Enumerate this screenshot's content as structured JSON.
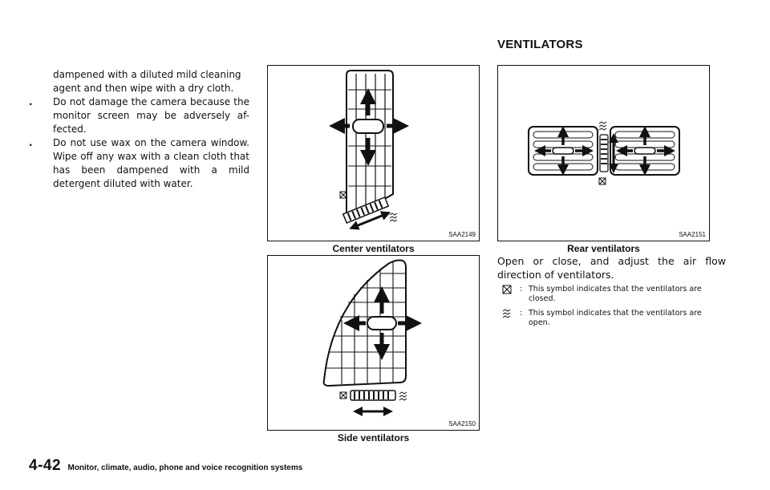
{
  "heading": "VENTILATORS",
  "left_column": {
    "continuation_line1": "dampened with a diluted mild cleaning",
    "continuation_line2": "agent and then wipe with a dry cloth.",
    "bullets": [
      "Do not damage the camera because the monitor screen may be adversely af-fected.",
      "Do not use wax on the camera window. Wipe off any wax with a clean cloth that has been dampened with a mild detergent diluted with water."
    ],
    "bullet_mark": "."
  },
  "figures": {
    "center": {
      "code": "SAA2149",
      "caption": "Center ventilators"
    },
    "side": {
      "code": "SAA2150",
      "caption": "Side ventilators"
    },
    "rear": {
      "code": "SAA2151",
      "caption": "Rear ventilators"
    }
  },
  "body_text": "Open or close, and adjust the air flow direction of ventilators.",
  "symbols": [
    {
      "icon": "closed-vent-icon",
      "colon": ":",
      "text": "This symbol indicates that the ventilators are closed."
    },
    {
      "icon": "open-vent-icon",
      "colon": ":",
      "text": "This symbol indicates that the ventilators are open."
    }
  ],
  "footer": {
    "page_number": "4-42",
    "section": "Monitor, climate, audio, phone and voice recognition systems"
  }
}
